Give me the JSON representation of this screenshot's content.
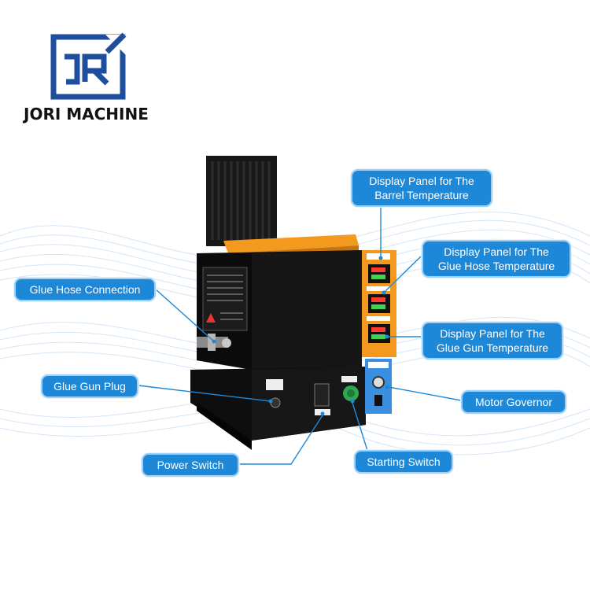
{
  "brand": {
    "logo_letters": "JR",
    "name": "JORI MACHINE"
  },
  "labels": {
    "barrel": {
      "line1": "Display Panel for The",
      "line2": "Barrel Temperature"
    },
    "hose_temp": {
      "line1": "Display Panel for The",
      "line2": "Glue Hose Temperature"
    },
    "gun_temp": {
      "line1": "Display Panel for The",
      "line2": "Glue Gun Temperature"
    },
    "hose_connection": "Glue Hose Connection",
    "gun_plug": "Glue Gun Plug",
    "motor_governor": "Motor Governor",
    "power_switch": "Power Switch",
    "starting_switch": "Starting Switch"
  },
  "colors": {
    "label_fill": "#1e88d8",
    "label_border": "#9fd0f5",
    "machine_body": "#141414",
    "machine_orange": "#f39a1e",
    "leader_line": "#1e88d8"
  }
}
